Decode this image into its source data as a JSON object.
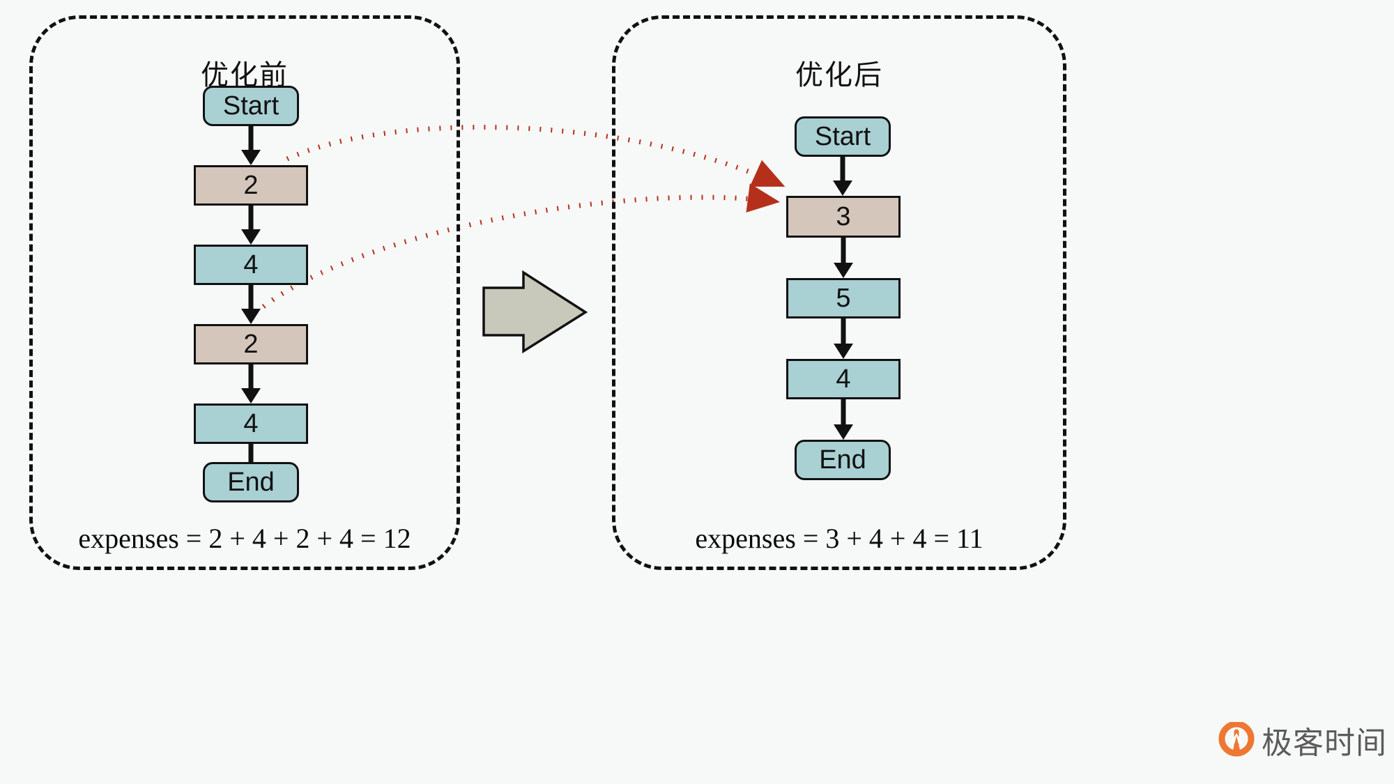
{
  "figure": {
    "type": "diagram",
    "description": "before-and-after optimization flowchart comparison",
    "background_color": "#f7f9f8",
    "colors": {
      "teal_node": "#a9d0d3",
      "tan_node": "#d5c6bb",
      "node_border": "#111111",
      "panel_border": "#111111",
      "red_arrow": "#b5301a",
      "gray_arrow_fill": "#c8c8bb",
      "gray_arrow_border": "#111111",
      "watermark_logo": "#ee7733",
      "watermark_text": "#5b5b5b"
    }
  },
  "panels": [
    {
      "id": "before",
      "title": "优化前",
      "nodes": [
        {
          "label": "Start",
          "shape": "terminator",
          "fill": "teal"
        },
        {
          "label": "2",
          "shape": "process",
          "fill": "tan"
        },
        {
          "label": "4",
          "shape": "process",
          "fill": "teal"
        },
        {
          "label": "2",
          "shape": "process",
          "fill": "tan"
        },
        {
          "label": "4",
          "shape": "process",
          "fill": "teal"
        },
        {
          "label": "End",
          "shape": "terminator",
          "fill": "teal"
        }
      ],
      "expenses": "expenses = 2 + 4 + 2 + 4 = 12",
      "expenses_terms": [
        2,
        4,
        2,
        4
      ],
      "expenses_total": 12
    },
    {
      "id": "after",
      "title": "优化后",
      "nodes": [
        {
          "label": "Start",
          "shape": "terminator",
          "fill": "teal"
        },
        {
          "label": "3",
          "shape": "process",
          "fill": "tan"
        },
        {
          "label": "5",
          "shape": "process",
          "fill": "teal"
        },
        {
          "label": "4",
          "shape": "process",
          "fill": "teal"
        },
        {
          "label": "End",
          "shape": "terminator",
          "fill": "teal"
        }
      ],
      "expenses": "expenses = 3 + 4 + 4 = 11",
      "expenses_terms": [
        3,
        4,
        4
      ],
      "expenses_total": 11
    }
  ],
  "transform_arrow": {
    "name": "right-block-arrow",
    "color": "#c8c8bb"
  },
  "merge_arrows": [
    {
      "from": "before node 2 (first)",
      "to": "after node 3",
      "style": "dotted",
      "color": "#b5301a"
    },
    {
      "from": "before node 2 (second)",
      "to": "after node 3",
      "style": "dotted",
      "color": "#b5301a"
    }
  ],
  "watermark": {
    "text": "极客时间",
    "logo": "geektime-logo"
  }
}
